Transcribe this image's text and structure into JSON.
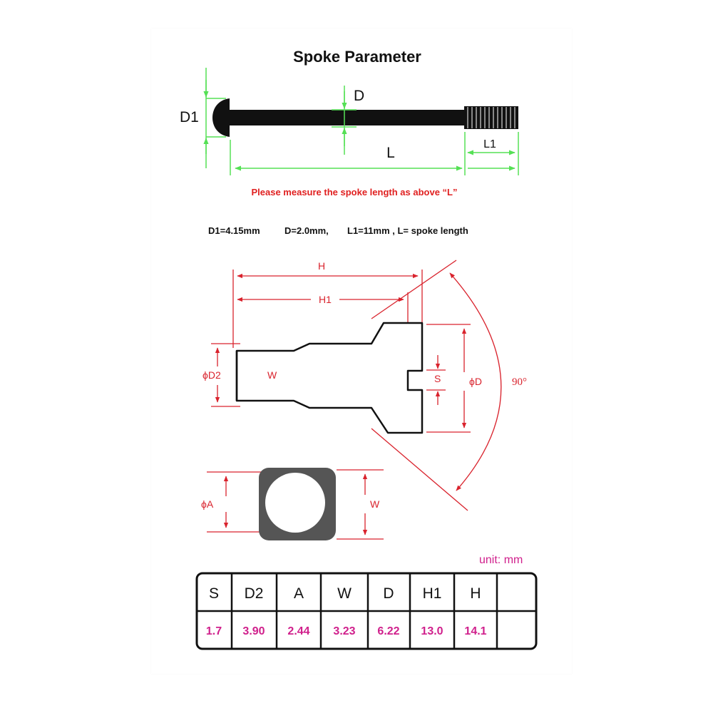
{
  "title": "Spoke Parameter",
  "spoke": {
    "label_d1": "D1",
    "label_d": "D",
    "label_l": "L",
    "label_l1": "L1",
    "note": "Please measure the spoke length as above “L”",
    "spec_d1": "D1=4.15mm",
    "spec_d": "D=2.0mm,",
    "spec_l1_l": "L1=11mm , L= spoke length"
  },
  "nipple": {
    "label_h": "H",
    "label_h1": "H1",
    "label_d2": "ϕD2",
    "label_w": "W",
    "label_s": "S",
    "label_d": "ϕD",
    "label_angle": "90°",
    "label_a": "ϕA",
    "label_w2": "W"
  },
  "table": {
    "unit": "unit: mm",
    "headers": [
      "S",
      "D2",
      "A",
      "W",
      "D",
      "H1",
      "H",
      ""
    ],
    "values": [
      "1.7",
      "3.90",
      "2.44",
      "3.23",
      "6.22",
      "13.0",
      "14.1",
      ""
    ]
  },
  "colors": {
    "green": "#55e055",
    "red": "#d9232d",
    "magenta": "#d0208c",
    "dark_gray": "#555555"
  }
}
